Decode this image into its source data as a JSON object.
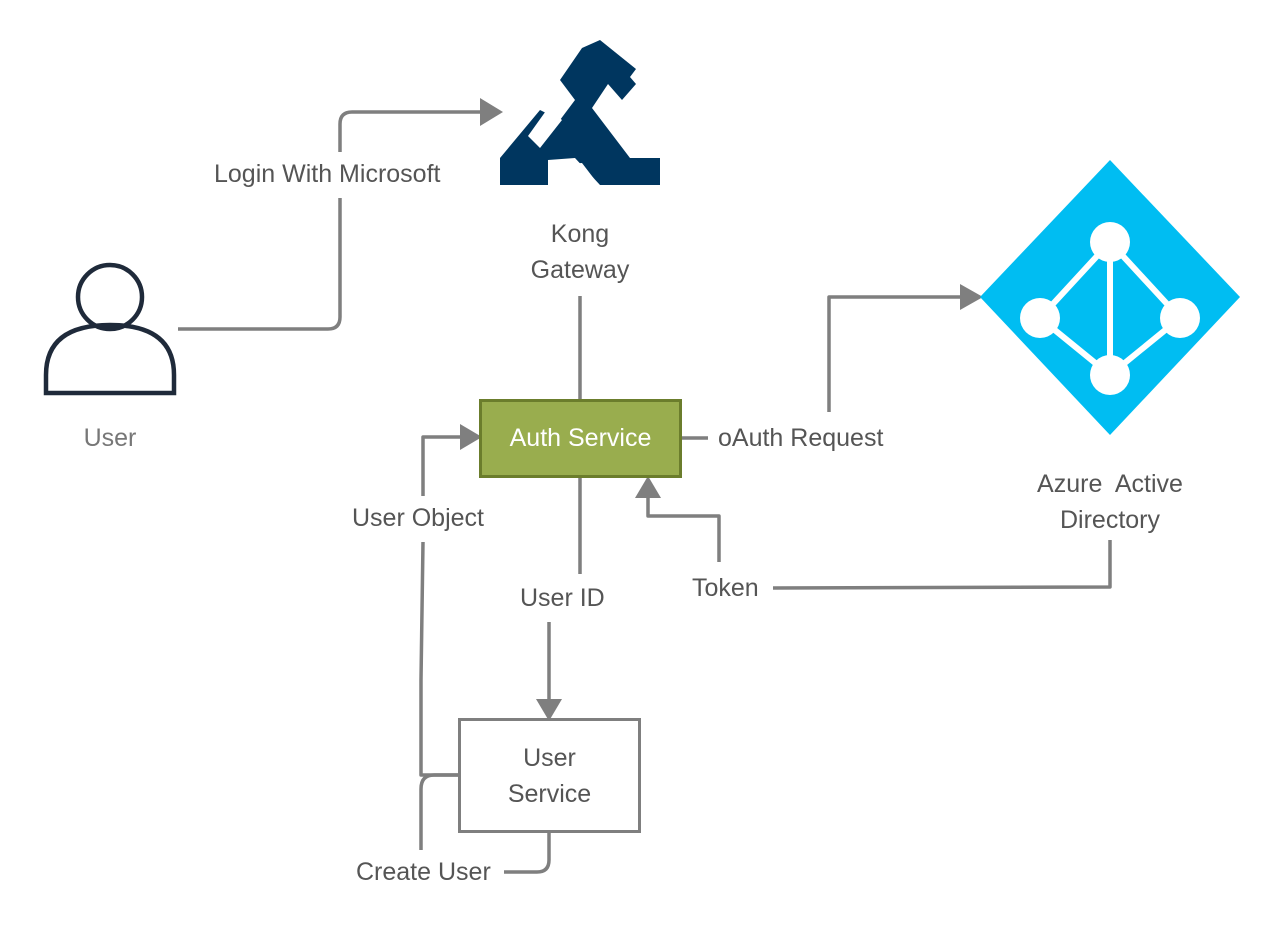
{
  "nodes": {
    "user": {
      "label": "User"
    },
    "kong": {
      "label_line1": "Kong",
      "label_line2": "Gateway"
    },
    "azure": {
      "label_line1": "Azure  Active",
      "label_line2": "Directory"
    },
    "auth_service": {
      "label": "Auth Service"
    },
    "user_service": {
      "label_line1": "User",
      "label_line2": "Service"
    }
  },
  "edges": {
    "login": "Login With Microsoft",
    "oauth_request": "oAuth Request",
    "token": "Token",
    "user_object": "User Object",
    "user_id": "User ID",
    "create_user": "Create User"
  },
  "colors": {
    "connector": "#7f7f7f",
    "kong_logo": "#00365f",
    "azure_logo": "#00bdf2",
    "auth_fill": "#99ad4e",
    "auth_border": "#6b7d2c",
    "user_icon": "#1f2a3a"
  },
  "icons": {
    "user": "person-icon",
    "kong": "kong-gorilla-logo-icon",
    "azure": "azure-active-directory-icon"
  }
}
